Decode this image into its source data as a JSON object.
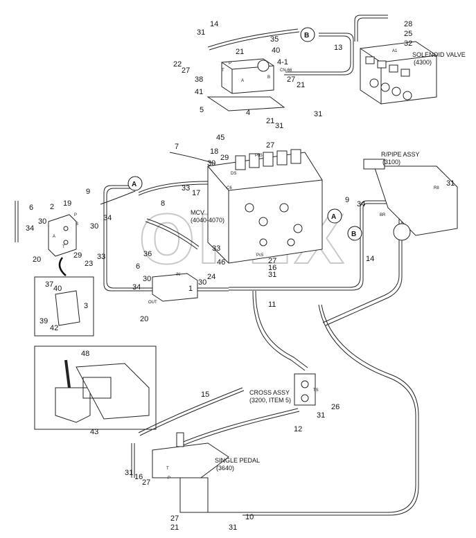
{
  "watermark": "OPEX",
  "assembly_labels": {
    "solenoid_valve": "SOLENOID VALVE",
    "solenoid_valve_ref": "(4300)",
    "rpipe_assy": "R/PIPE ASSY",
    "rpipe_assy_ref": "(3100)",
    "mcv": "MCV",
    "mcv_ref": "(4040-4070)",
    "cross_assy": "CROSS ASSY",
    "cross_assy_ref": "(3200, ITEM 5)",
    "single_pedal": "SINGLE PEDAL",
    "single_pedal_ref": "(3640)",
    "cn66": "CN-66"
  },
  "callouts": {
    "a": "A",
    "b": "B"
  },
  "port_labels": {
    "p": "P",
    "t": "T",
    "a": "A",
    "b": "B",
    "in": "IN",
    "out": "OUT",
    "a1": "A1",
    "pd5": "Pd5",
    "pc5": "Pc5",
    "c6": "C6",
    "ds": "DS",
    "br": "BR",
    "r8": "R8",
    "ts": "TS"
  },
  "part_numbers": {
    "p1": "1",
    "p2": "2",
    "p3": "3",
    "p4": "4",
    "p4_1": "4-1",
    "p5": "5",
    "p6": "6",
    "p6b": "6",
    "p7": "7",
    "p8": "8",
    "p9": "9",
    "p9b": "9",
    "p10": "10",
    "p11": "11",
    "p12": "12",
    "p13": "13",
    "p14": "14",
    "p14b": "14",
    "p15": "15",
    "p16": "16",
    "p16b": "16",
    "p17": "17",
    "p18": "18",
    "p19": "19",
    "p20": "20",
    "p20b": "20",
    "p21a": "21",
    "p21b": "21",
    "p21c": "21",
    "p21d": "21",
    "p22": "22",
    "p23": "23",
    "p24": "24",
    "p25": "25",
    "p26": "26",
    "p27a": "27",
    "p27b": "27",
    "p27c": "27",
    "p27d": "27",
    "p27e": "27",
    "p27f": "27",
    "p28": "28",
    "p29": "29",
    "p29b": "29",
    "p30a": "30",
    "p30b": "30",
    "p30c": "30",
    "p31a": "31",
    "p31b": "31",
    "p31c": "31",
    "p31d": "31",
    "p31e": "31",
    "p31f": "31",
    "p31g": "31",
    "p31h": "31",
    "p31i": "31",
    "p32": "32",
    "p33a": "33",
    "p33b": "33",
    "p33c": "33",
    "p34a": "34",
    "p34b": "34",
    "p34c": "34",
    "p34d": "34",
    "p35": "35",
    "p36": "36",
    "p37": "37",
    "p38": "38",
    "p39": "39",
    "p40": "40",
    "p40b": "40",
    "p41": "41",
    "p42": "42",
    "p43": "43",
    "p45": "45",
    "p46": "46",
    "p48": "48"
  }
}
